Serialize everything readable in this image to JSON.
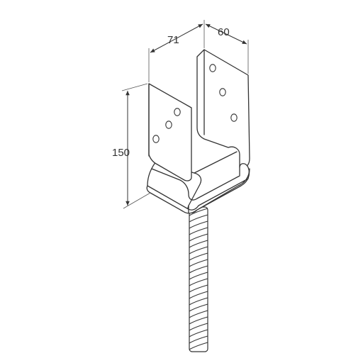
{
  "dimensions": {
    "width_label": "71",
    "depth_label": "60",
    "height_label": "150"
  },
  "icons": {
    "main": "u-post-base-anchor-with-rebar"
  }
}
